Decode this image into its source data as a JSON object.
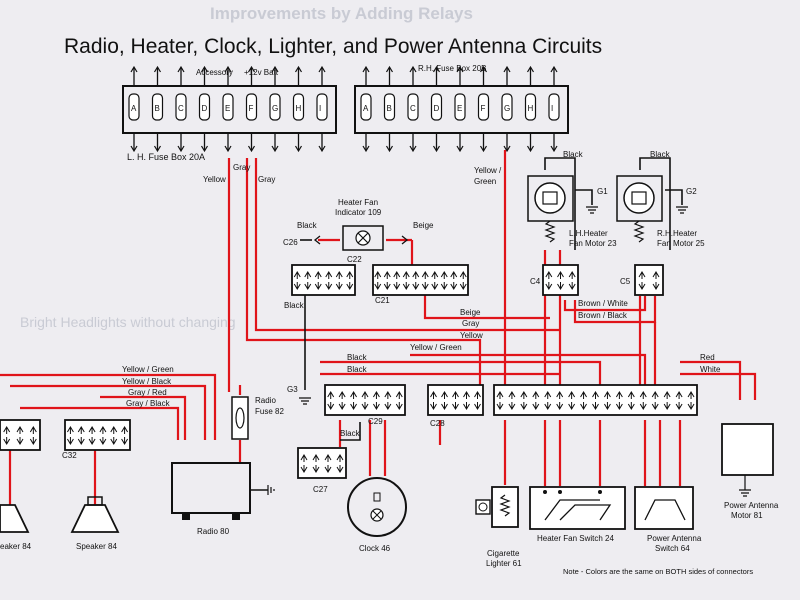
{
  "bleed_title": "Improvements by Adding Relays",
  "bleed_subtitle": "Bright Headlights without changing",
  "title": "Radio, Heater, Clock, Lighter, and Power Antenna Circuits",
  "fuse_box_left": {
    "label": "L. H. Fuse Box 20A",
    "slots": [
      "A",
      "B",
      "C",
      "D",
      "E",
      "F",
      "G",
      "H",
      "I"
    ],
    "accessory_label": "Accessory",
    "batt_label": "+12v Batt"
  },
  "fuse_box_right": {
    "label": "R.H. Fuse Box 20B",
    "slots": [
      "A",
      "B",
      "C",
      "D",
      "E",
      "F",
      "G",
      "H",
      "I"
    ]
  },
  "wire_labels": {
    "gray_1": "Gray",
    "gray_2": "Gray",
    "yellow_1": "Yellow",
    "yellow_green_top": "Yellow /",
    "yellow_green_bottom": "Green",
    "black_c26": "Black",
    "beige_indicator": "Beige",
    "black_c22": "Black",
    "black_lh_motor": "Black",
    "black_rh_motor": "Black",
    "brown_white": "Brown / White",
    "brown_black": "Brown / Black",
    "beige_bus": "Beige",
    "gray_bus": "Gray",
    "yellow_bus": "Yellow",
    "yellow_green_bus": "Yellow / Green",
    "black_bus_1": "Black",
    "black_bus_2": "Black",
    "red": "Red",
    "white": "White",
    "yg_left": "Yellow / Green",
    "yb_left": "Yellow / Black",
    "gr_left": "Gray / Red",
    "gb_left": "Gray / Black",
    "black_c27": "Black"
  },
  "components": {
    "indicator_top": "Heater Fan",
    "indicator_bottom": "Indicator 109",
    "c26": "C26",
    "c22": "C22",
    "c21": "C21",
    "c29": "C29",
    "c28": "C28",
    "c27": "C27",
    "c32": "C32",
    "c4": "C4",
    "c5": "C5",
    "g1": "G1",
    "g2": "G2",
    "g3": "G3",
    "lh_motor_top": "L.H.Heater",
    "lh_motor_bottom": "Fan Motor 23",
    "rh_motor_top": "R.H.Heater",
    "rh_motor_bottom": "Fan Motor 25",
    "radio_fuse_top": "Radio",
    "radio_fuse_bottom": "Fuse 82",
    "radio": "Radio 80",
    "speaker_left": "eaker 84",
    "speaker_right": "Speaker 84",
    "clock": "Clock 46",
    "lighter_top": "Cigarette",
    "lighter_bottom": "Lighter 61",
    "heater_switch": "Heater Fan Switch 24",
    "antenna_switch_top": "Power Antenna",
    "antenna_switch_bottom": "Switch 64",
    "antenna_motor_top": "Power Antenna",
    "antenna_motor_bottom": "Motor  81"
  },
  "note": "Note - Colors are the same on BOTH sides of connectors",
  "colors": {
    "red_wire": "#e0141a",
    "black_wire": "#111111",
    "paper": "#eeedf1",
    "bleed_text": "#c9cbd4"
  }
}
